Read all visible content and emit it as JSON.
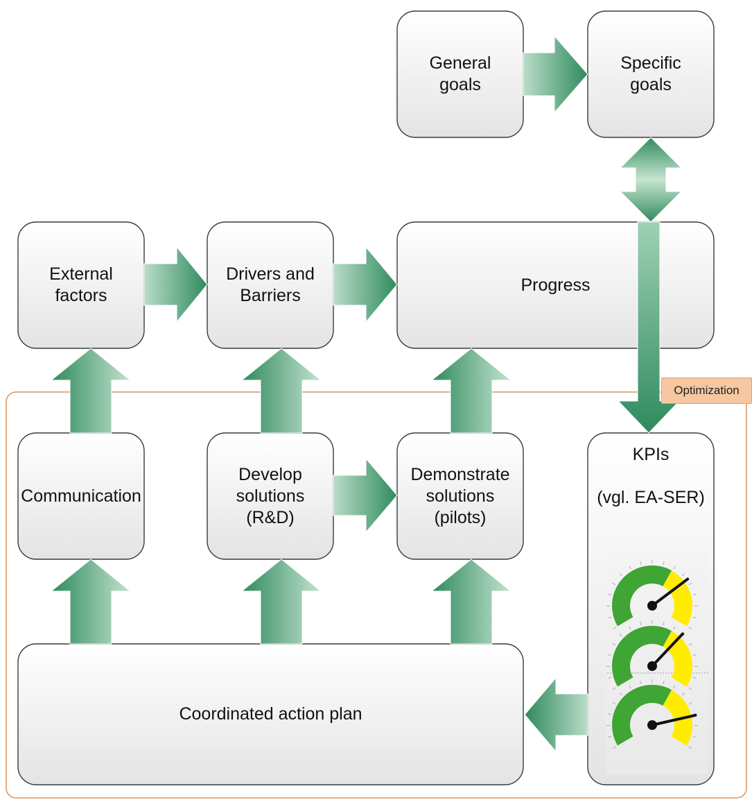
{
  "diagram": {
    "nodes": {
      "general_goals": "General\ngoals",
      "specific_goals": "Specific\ngoals",
      "external_factors": "External\nfactors",
      "drivers_barriers": "Drivers and\nBarriers",
      "progress": "Progress",
      "communication": "Communication",
      "develop_solutions": "Develop\nsolutions\n(R&D)",
      "demonstrate_solutions": "Demonstrate\nsolutions\n(pilots)",
      "kpis": "KPIs\n\n(vgl. EA-SER)",
      "coordinated_plan": "Coordinated action plan"
    },
    "group_label": "Optimization",
    "gauges": [
      {
        "needle_value": 0.72
      },
      {
        "needle_value": 0.68
      },
      {
        "needle_value": 0.82
      }
    ],
    "colors": {
      "box_fill_top": "#ffffff",
      "box_fill_bottom": "#e6e6e6",
      "box_stroke": "#3a3a3a",
      "arrow_dark": "#2f8a5e",
      "arrow_light": "#b7dcc7",
      "group_stroke": "#d9925a",
      "gauge_green": "#3fa535",
      "gauge_yellow": "#ffec00"
    }
  }
}
